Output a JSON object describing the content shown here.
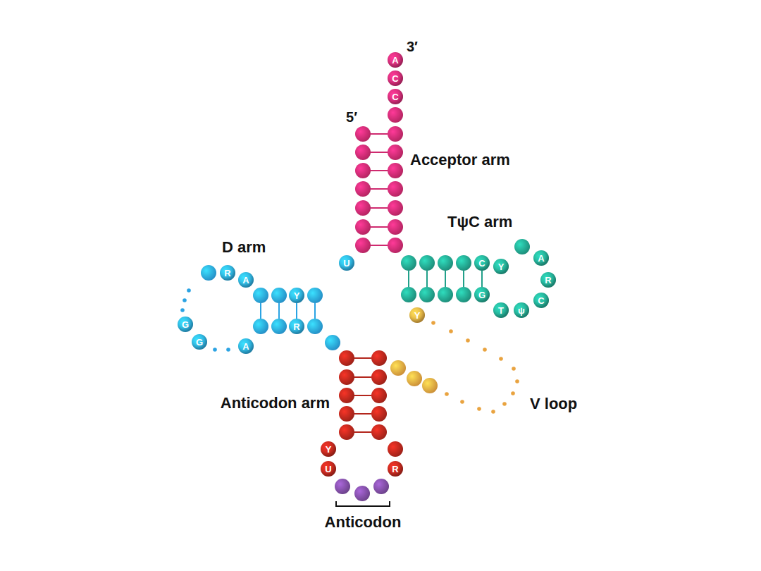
{
  "diagram": {
    "nodes": [
      {
        "text": [
          "A"
        ]
      },
      {
        "text": [
          "C"
        ]
      },
      {
        "text": [
          "C"
        ]
      },
      {
        "text": [
          "U"
        ]
      },
      {
        "text": [
          "R"
        ]
      },
      {
        "text": [
          "A"
        ]
      },
      {
        "text": [
          "Y"
        ]
      },
      {
        "text": [
          "C"
        ]
      },
      {
        "text": [
          "Y"
        ]
      },
      {
        "text": [
          "A"
        ]
      },
      {
        "text": [
          "R"
        ]
      },
      {
        "text": [
          "C"
        ]
      },
      {
        "text": [
          "G"
        ]
      },
      {
        "text": [
          "T"
        ]
      },
      {
        "text": [
          "ψ"
        ]
      },
      {
        "text": [
          "Y"
        ]
      },
      {
        "text": [
          "R"
        ]
      },
      {
        "text": [
          "G"
        ]
      },
      {
        "text": [
          "G"
        ]
      },
      {
        "text": [
          "A"
        ]
      },
      {
        "text": [
          "Y"
        ]
      },
      {
        "text": [
          "U"
        ]
      },
      {
        "text": [
          "R"
        ]
      }
    ],
    "edges": [
      {
        "from": 7,
        "to": 12,
        "arrow": "none"
      },
      {
        "from": 6,
        "to": 16,
        "arrow": "none"
      }
    ],
    "labels": [
      "3′",
      "5′",
      "Acceptor arm",
      "TψC arm",
      "D arm",
      "Anticodon arm",
      "V loop",
      "Anticodon"
    ]
  }
}
